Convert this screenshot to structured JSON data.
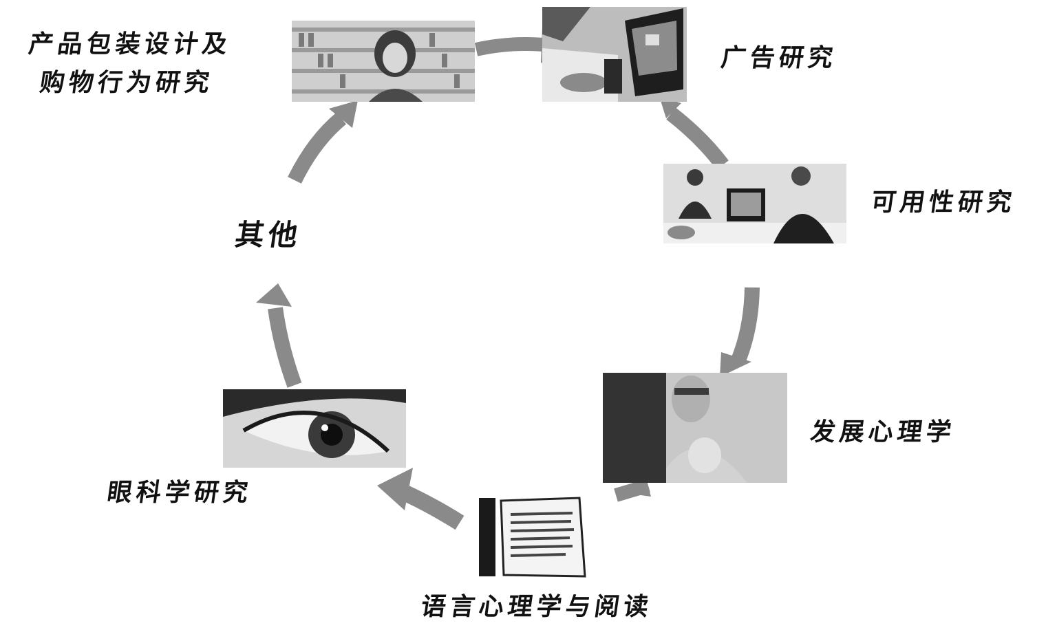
{
  "colors": {
    "arrow": "#8a8a8a",
    "text": "#111111",
    "background": "#ffffff"
  },
  "nodes": [
    {
      "id": "packaging",
      "label_lines": [
        "产品包装设计及",
        "购物行为研究"
      ],
      "image": "supermarket-shopper-photo"
    },
    {
      "id": "advertising",
      "label_lines": [
        "广告研究"
      ],
      "image": "computer-screen-hands-photo"
    },
    {
      "id": "usability",
      "label_lines": [
        "可用性研究"
      ],
      "image": "usability-test-room-photo"
    },
    {
      "id": "developmental",
      "label_lines": [
        "发展心理学"
      ],
      "image": "father-with-baby-photo"
    },
    {
      "id": "reading",
      "label_lines": [
        "语言心理学与阅读"
      ],
      "image": "open-book-photo"
    },
    {
      "id": "ophthalmology",
      "label_lines": [
        "眼科学研究"
      ],
      "image": "eye-closeup-photo"
    },
    {
      "id": "other",
      "label_lines": [
        "其他"
      ],
      "image": ""
    }
  ]
}
